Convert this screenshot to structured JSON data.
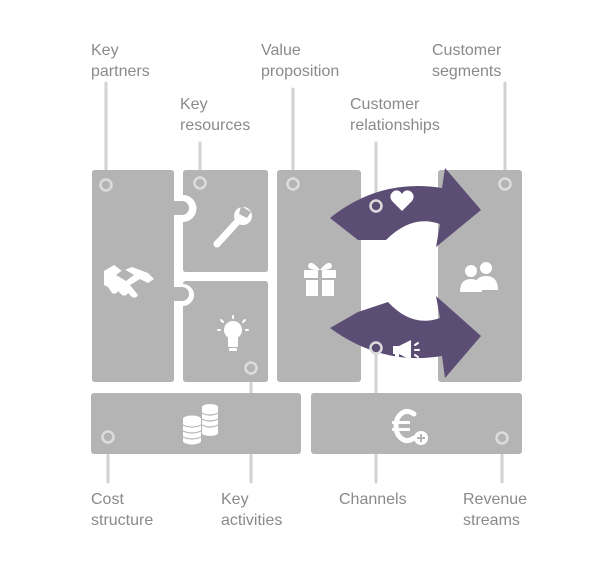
{
  "labels": {
    "key_partners": [
      "Key",
      "partners"
    ],
    "key_resources": [
      "Key",
      "resources"
    ],
    "value_proposition": [
      "Value",
      "proposition"
    ],
    "customer_relationships": [
      "Customer",
      "relationships"
    ],
    "customer_segments": [
      "Customer",
      "segments"
    ],
    "cost_structure": [
      "Cost",
      "structure"
    ],
    "key_activities": [
      "Key",
      "activities"
    ],
    "channels": [
      "Channels"
    ],
    "revenue_streams": [
      "Revenue",
      "streams"
    ]
  },
  "icons": {
    "key_partners": "handshake-icon",
    "key_resources": "wrench-icon",
    "key_activities": "lightbulb-icon",
    "value_proposition": "gift-icon",
    "customer_relationships": "heart-icon",
    "channels": "megaphone-icon",
    "customer_segments": "users-icon",
    "cost_structure": "coins-icon",
    "revenue_streams": "euro-plus-icon"
  },
  "colors": {
    "block": "#b4b4b4",
    "arrow": "#5b4d74",
    "line": "#d2d2d2",
    "text": "#8a8a8a",
    "icon": "#ffffff"
  }
}
